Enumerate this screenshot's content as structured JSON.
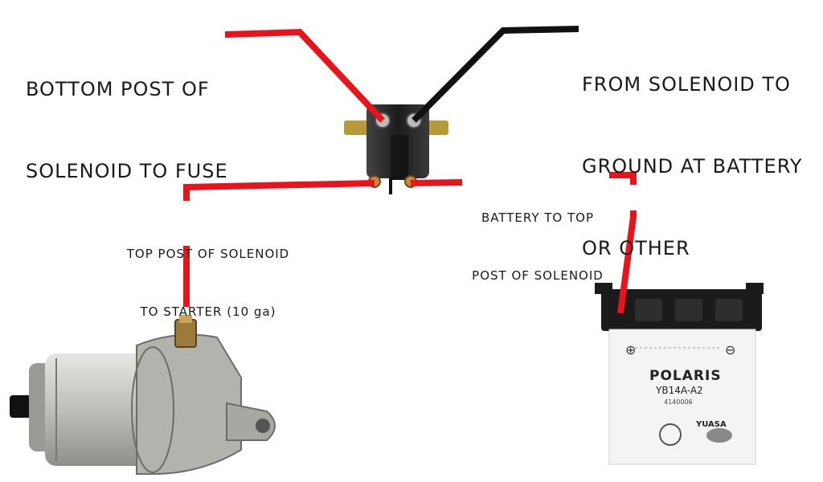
{
  "labels": {
    "fuse": [
      "BOTTOM POST OF",
      "SOLENOID TO FUSE"
    ],
    "ground": [
      "FROM SOLENOID TO",
      "GROUND AT BATTERY",
      "OR OTHER"
    ],
    "battery_to_top": [
      "BATTERY TO TOP",
      "POST OF SOLENOID"
    ],
    "top_to_starter": [
      "TOP POST OF SOLENOID",
      "TO STARTER (10 ga)"
    ]
  },
  "battery": {
    "brand": "POLARIS",
    "model": "YB14A-A2",
    "part_no": "4140006",
    "maker": "YUASA",
    "plus": "⊕",
    "minus": "⊖"
  },
  "colors": {
    "red_wire": "#e8141c",
    "black_wire": "#111111",
    "starter_body": "#c9c9c5",
    "battery_case": "#f4f4f2",
    "solenoid": "#2a2a2a"
  }
}
